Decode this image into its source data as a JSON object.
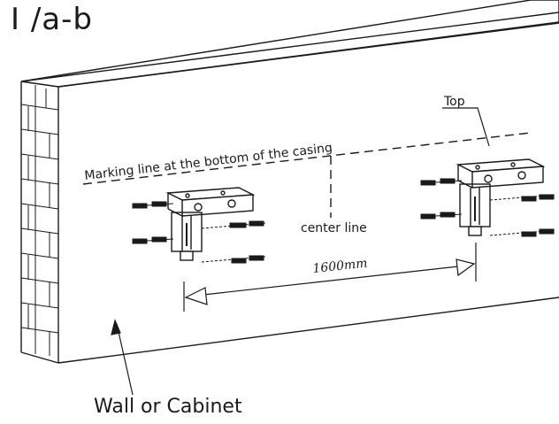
{
  "figure": {
    "title": "I /a-b",
    "caption": "Wall or Cabinet",
    "labels": {
      "marking_line": "Marking line at the bottom of the casing",
      "center_line": "center line",
      "top": "Top",
      "distance": "1600mm"
    }
  }
}
